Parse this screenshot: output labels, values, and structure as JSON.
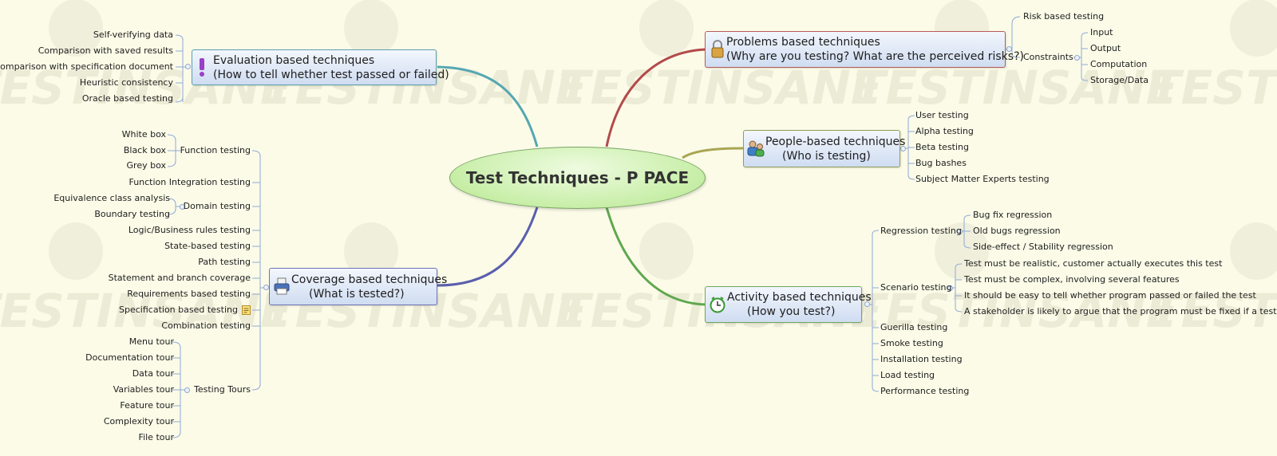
{
  "center": {
    "title": "Test Techniques - P PACE"
  },
  "watermark": {
    "text": "TESTINSANE"
  },
  "evaluation": {
    "title_line1": "Evaluation based techniques",
    "title_line2": "(How to tell whether test passed or failed)",
    "icon": "exclamation-icon",
    "items": [
      "Self-verifying data",
      "Comparison with saved results",
      "Comparison with specification document",
      "Heuristic consistency",
      "Oracle based testing"
    ]
  },
  "coverage": {
    "title_line1": "Coverage based techniques",
    "title_line2": "(What is tested?)",
    "icon": "printer-icon",
    "function_testing": {
      "label": "Function testing",
      "children": [
        "White box",
        "Black box",
        "Grey box"
      ]
    },
    "function_integration": "Function Integration testing",
    "domain_testing": {
      "label": "Domain testing",
      "children": [
        "Equivalence class analysis",
        "Boundary testing"
      ]
    },
    "items": [
      "Logic/Business rules testing",
      "State-based testing",
      "Path testing",
      "Statement and branch coverage",
      "Requirements based testing",
      "Specification based testing",
      "Combination testing"
    ],
    "testing_tours": {
      "label": "Testing Tours",
      "children": [
        "Menu tour",
        "Documentation tour",
        "Data tour",
        "Variables tour",
        "Feature tour",
        "Complexity tour",
        "File tour"
      ]
    }
  },
  "problems": {
    "title_line1": "Problems based techniques",
    "title_line2": "(Why are you testing? What are the perceived risks?)",
    "icon": "padlock-icon",
    "risk": "Risk based testing",
    "constraints": {
      "label": "Constraints",
      "children": [
        "Input",
        "Output",
        "Computation",
        "Storage/Data"
      ]
    }
  },
  "people": {
    "title_line1": "People-based techniques",
    "title_line2": "(Who is testing)",
    "icon": "people-icon",
    "items": [
      "User testing",
      "Alpha testing",
      "Beta testing",
      "Bug bashes",
      "Subject Matter Experts testing"
    ]
  },
  "activity": {
    "title_line1": "Activity based techniques",
    "title_line2": "(How you test?)",
    "icon": "clock-icon",
    "regression": {
      "label": "Regression testing",
      "children": [
        "Bug fix regression",
        "Old bugs regression",
        "Side-effect / Stability regression"
      ]
    },
    "scenario": {
      "label": "Scenario testing",
      "children": [
        "Test must be realistic, customer actually executes this test",
        "Test must be complex, involving several features",
        "It should be easy to tell whether program passed or failed the test",
        "A stakeholder is likely to argue that the program must be fixed if a test fails"
      ]
    },
    "items": [
      "Guerilla testing",
      "Smoke testing",
      "Installation testing",
      "Load testing",
      "Performance testing"
    ]
  },
  "colors": {
    "problems_branch": "#b34a4a",
    "people_branch": "#a9a653",
    "activity_branch": "#5fa84f",
    "evaluation_branch": "#55a7b2",
    "coverage_branch": "#5b5fad",
    "connector": "#8fa9d6"
  }
}
